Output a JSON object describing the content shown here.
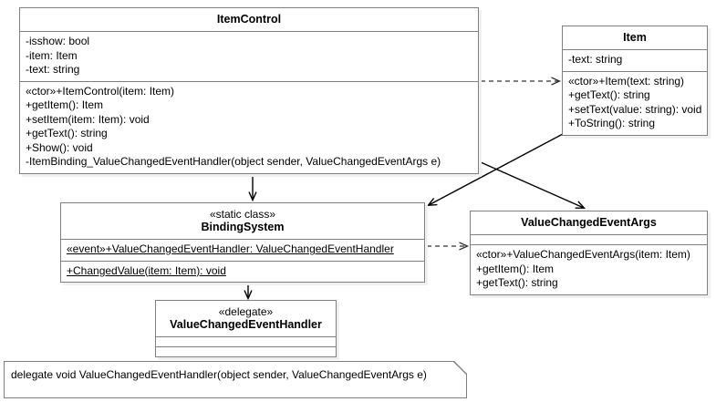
{
  "diagram": {
    "type": "uml-class-diagram",
    "stroke_color": "#808080",
    "text_color": "#000000",
    "background": "#ffffff"
  },
  "classes": {
    "item_control": {
      "name": "ItemControl",
      "attributes": [
        "-isshow: bool",
        "-item: Item",
        "-text: string"
      ],
      "operations": [
        "«ctor»+ItemControl(item: Item)",
        "+getItem(): Item",
        "+setItem(item: Item): void",
        "+getText(): string",
        "+Show(): void",
        "-ItemBinding_ValueChangedEventHandler(object sender, ValueChangedEventArgs e)"
      ]
    },
    "item": {
      "name": "Item",
      "attributes": [
        "-text: string"
      ],
      "operations": [
        "«ctor»+Item(text: string)",
        "+getText(): string",
        "+setText(value: string): void",
        "+ToString(): string"
      ]
    },
    "binding_system": {
      "stereotype": "«static class»",
      "name": "BindingSystem",
      "attributes": [
        "«event»+ValueChangedEventHandler: ValueChangedEventHandler"
      ],
      "operations": [
        "+ChangedValue(item: Item): void"
      ]
    },
    "value_changed_event_args": {
      "name": "ValueChangedEventArgs",
      "attributes": [],
      "operations": [
        "«ctor»+ValueChangedEventArgs(item: Item)",
        "+getItem(): Item",
        "+getText(): string"
      ]
    },
    "value_changed_event_handler": {
      "stereotype": "«delegate»",
      "name": "ValueChangedEventHandler",
      "attributes": [],
      "operations": []
    }
  },
  "note": {
    "text": "delegate void ValueChangedEventHandler(object sender, ValueChangedEventArgs e)"
  }
}
